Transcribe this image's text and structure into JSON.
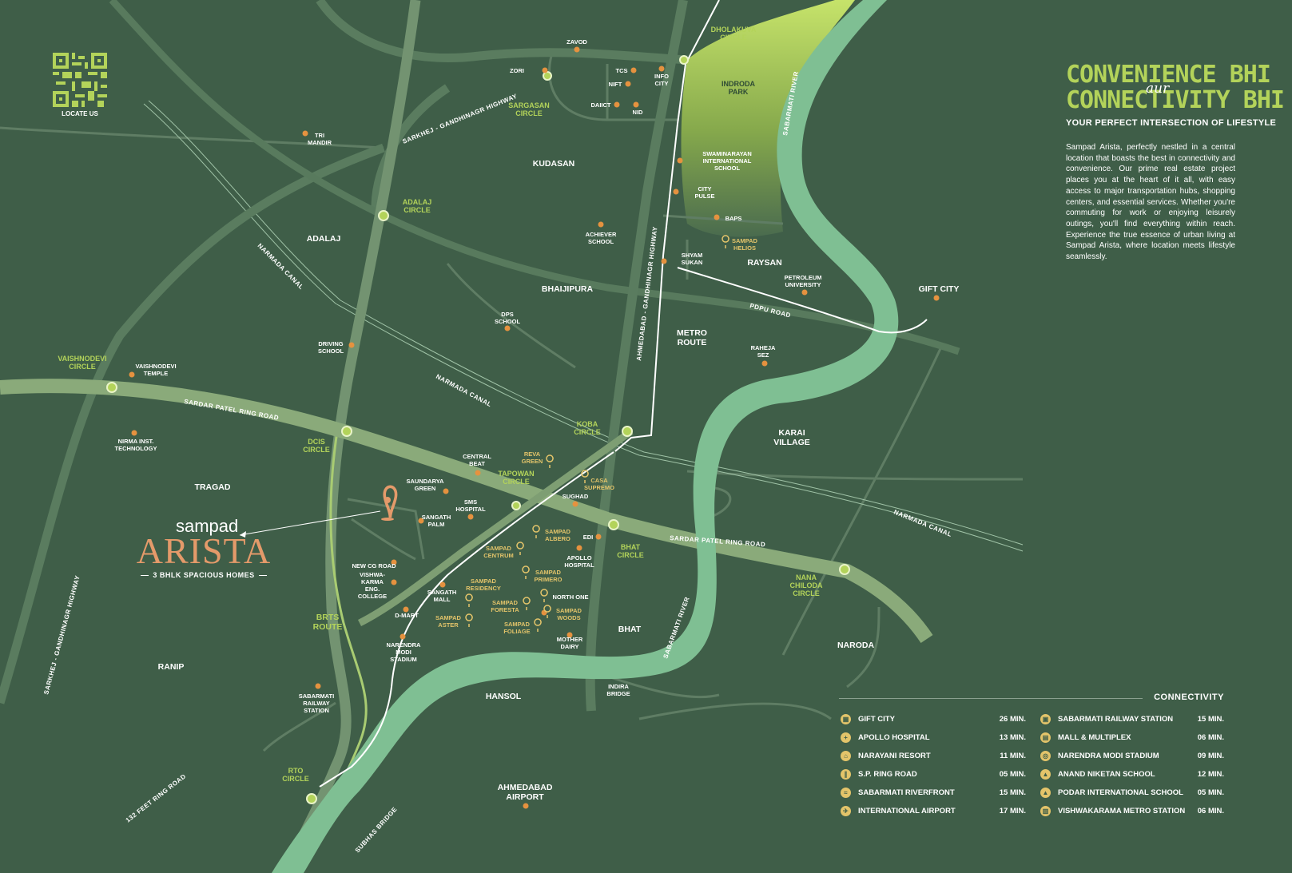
{
  "qr": {
    "label": "LOCATE US"
  },
  "headline": {
    "line1": "CONVENIENCE BHI",
    "script": "aur",
    "line2": "CONNECTIVITY BHI",
    "subheading": "YOUR PERFECT INTERSECTION OF LIFESTYLE"
  },
  "description": "Sampad Arista, perfectly nestled in a central location that boasts the best in connectivity and convenience. Our prime real estate project places you at the heart of it all, with easy access to major transportation hubs, shopping centers, and essential services. Whether you're commuting for work or enjoying leisurely outings, you'll find everything within reach. Experience the true essence of urban living at Sampad Arista, where location meets lifestyle seamlessly.",
  "logo": {
    "small": "sampad",
    "big": "ARISTA",
    "tagline": "3 BHLK SPACIOUS HOMES"
  },
  "colors": {
    "background": "#3f5e48",
    "accent_green": "#b3d35a",
    "river": "#7fbf93",
    "poi": "#e5923f",
    "gold": "#e3c46a",
    "logo_copper": "#e49a6a"
  },
  "roads": {
    "sarkhej_gandhinagar_top": "SARKHEJ - GANDHINAGR HIGHWAY",
    "sarkhej_gandhinagar_left": "SARKHEJ - GANDHINAGR HIGHWAY",
    "narmada_canal_1": "NARMADA CANAL",
    "narmada_canal_2": "NARMADA CANAL",
    "narmada_canal_3": "NARMADA CANAL",
    "sp_ring_road_1": "SARDAR PATEL RING ROAD",
    "sp_ring_road_2": "SARDAR PATEL RING ROAD",
    "ahmedabad_gandhinagar": "AHMEDABAD - GANDHINAGR HIGHWAY",
    "pdpu_road": "PDPU ROAD",
    "sabarmati_river_1": "SABARMATI RIVER",
    "sabarmati_river_2": "SABARMATI RIVER",
    "feet_road": "132 FEET RING ROAD",
    "subhas_bridge": "SUBHAS BRIDGE"
  },
  "circles": [
    {
      "name": "DHOLAKUVA CIRCLE"
    },
    {
      "name": "SARGASAN CIRCLE"
    },
    {
      "name": "ADALAJ CIRCLE"
    },
    {
      "name": "VAISHNODEVI CIRCLE"
    },
    {
      "name": "DCIS CIRCLE"
    },
    {
      "name": "KOBA CIRCLE"
    },
    {
      "name": "TAPOWAN CIRCLE"
    },
    {
      "name": "BHAT CIRCLE"
    },
    {
      "name": "NANA CHILODA CIRCLE"
    },
    {
      "name": "RTO CIRCLE"
    }
  ],
  "areas": [
    {
      "name": "KUDASAN"
    },
    {
      "name": "ADALAJ"
    },
    {
      "name": "BHAIJIPURA"
    },
    {
      "name": "RAYSAN"
    },
    {
      "name": "GIFT CITY"
    },
    {
      "name": "METRO ROUTE"
    },
    {
      "name": "KARAI VILLAGE"
    },
    {
      "name": "TRAGAD"
    },
    {
      "name": "BHAT"
    },
    {
      "name": "NARODA"
    },
    {
      "name": "RANIP"
    },
    {
      "name": "HANSOL"
    },
    {
      "name": "AHMEDABAD AIRPORT"
    },
    {
      "name": "BRTS ROUTE"
    },
    {
      "name": "INDRODA PARK"
    }
  ],
  "pois": [
    "ZAVOD",
    "ZORI",
    "TCS",
    "INFO CITY",
    "NIFT",
    "DAIICT",
    "NID",
    "TRI MANDIR",
    "SWAMINARAYAN INTERNATIONAL SCHOOL",
    "CITY PULSE",
    "BAPS",
    "ACHIEVER SCHOOL",
    "SHYAM SUKAN",
    "PETROLEUM UNIVERSITY",
    "DPS SCHOOL",
    "DRIVING SCHOOL",
    "RAHEJA SEZ",
    "VAISHNODEVI TEMPLE",
    "NIRMA INST. TECHNOLOGY",
    "CENTRAL BEAT",
    "SAUNDARYA GREEN",
    "SMS HOSPITAL",
    "SANGATH PALM",
    "SUGHAD",
    "EDI",
    "APOLLO HOSPITAL",
    "NEW CG ROAD",
    "VISHWA-KARMA ENG. COLLEGE",
    "SANGATH MALL",
    "D-MART",
    "NARENDRA MODI STADIUM",
    "NORTH ONE",
    "MOTHER DAIRY",
    "INDIRA BRIDGE",
    "SABARMATI RAILWAY STATION"
  ],
  "projects": [
    "SAMPAD HELIOS",
    "REVA GREEN",
    "CASA SUPREMO",
    "SAMPAD ALBERO",
    "SAMPAD CENTRUM",
    "SAMPAD PRIMERO",
    "SAMPAD RESIDENCY",
    "SAMPAD FORESTA",
    "SAMPAD WOODS",
    "SAMPAD ASTER",
    "SAMPAD FOLIAGE"
  ],
  "connectivity": {
    "title": "CONNECTIVITY",
    "left": [
      {
        "name": "GIFT CITY",
        "time": "26 MIN."
      },
      {
        "name": "APOLLO HOSPITAL",
        "time": "13 MIN."
      },
      {
        "name": "NARAYANI RESORT",
        "time": "11 MIN."
      },
      {
        "name": "S.P. RING ROAD",
        "time": "05 MIN."
      },
      {
        "name": "SABARMATI RIVERFRONT",
        "time": "15 MIN."
      },
      {
        "name": "INTERNATIONAL AIRPORT",
        "time": "17 MIN."
      }
    ],
    "right": [
      {
        "name": "SABARMATI RAILWAY STATION",
        "time": "15 MIN."
      },
      {
        "name": "MALL & MULTIPLEX",
        "time": "06 MIN."
      },
      {
        "name": "NARENDRA MODI STADIUM",
        "time": "09 MIN."
      },
      {
        "name": "ANAND NIKETAN SCHOOL",
        "time": "12 MIN."
      },
      {
        "name": "PODAR INTERNATIONAL SCHOOL",
        "time": "05 MIN."
      },
      {
        "name": "VISHWAKARAMA METRO STATION",
        "time": "06 MIN."
      }
    ]
  }
}
